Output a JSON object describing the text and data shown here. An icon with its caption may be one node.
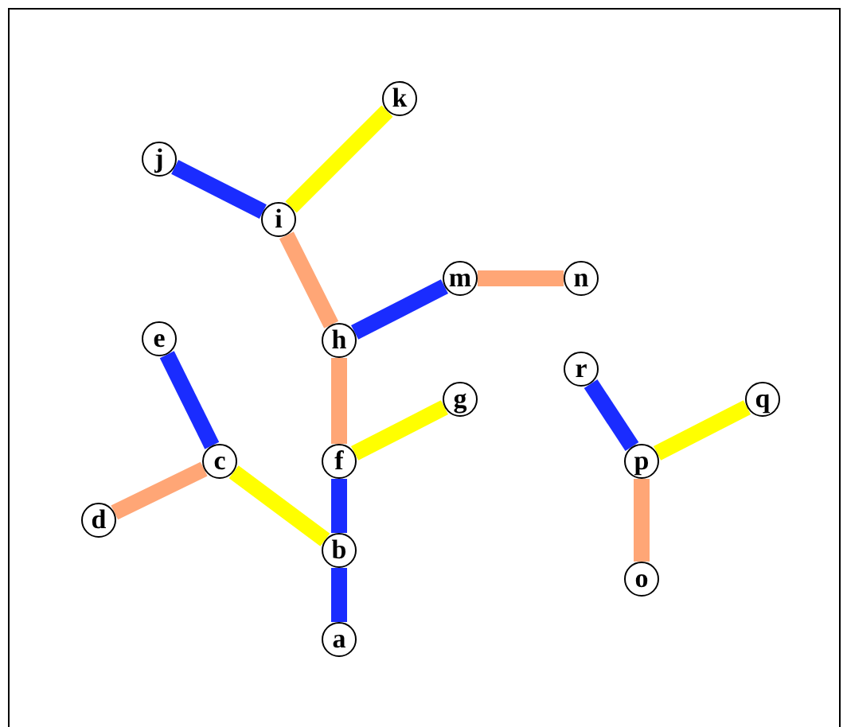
{
  "diagram": {
    "nodes": [
      {
        "text": [
          "a"
        ]
      },
      {
        "text": [
          "b"
        ]
      },
      {
        "text": [
          "c"
        ]
      },
      {
        "text": [
          "d"
        ]
      },
      {
        "text": [
          "e"
        ]
      },
      {
        "text": [
          "f"
        ]
      },
      {
        "text": [
          "g"
        ]
      },
      {
        "text": [
          "h"
        ]
      },
      {
        "text": [
          "i"
        ]
      },
      {
        "text": [
          "j"
        ]
      },
      {
        "text": [
          "k"
        ]
      },
      {
        "text": [
          "m"
        ]
      },
      {
        "text": [
          "n"
        ]
      },
      {
        "text": [
          "o"
        ]
      },
      {
        "text": [
          "p"
        ]
      },
      {
        "text": [
          "q"
        ]
      },
      {
        "text": [
          "r"
        ]
      }
    ],
    "edges": [
      {
        "from": 0,
        "to": 1,
        "arrow": "none",
        "color": "#1a2cff"
      },
      {
        "from": 1,
        "to": 5,
        "arrow": "none",
        "color": "#1a2cff"
      },
      {
        "from": 1,
        "to": 2,
        "arrow": "none",
        "color": "#ffff00"
      },
      {
        "from": 2,
        "to": 4,
        "arrow": "none",
        "color": "#1a2cff"
      },
      {
        "from": 2,
        "to": 3,
        "arrow": "none",
        "color": "#ffa676"
      },
      {
        "from": 5,
        "to": 6,
        "arrow": "none",
        "color": "#ffff00"
      },
      {
        "from": 5,
        "to": 7,
        "arrow": "none",
        "color": "#ffa676"
      },
      {
        "from": 7,
        "to": 11,
        "arrow": "none",
        "color": "#1a2cff"
      },
      {
        "from": 11,
        "to": 12,
        "arrow": "none",
        "color": "#ffa676"
      },
      {
        "from": 7,
        "to": 8,
        "arrow": "none",
        "color": "#ffa676"
      },
      {
        "from": 8,
        "to": 9,
        "arrow": "none",
        "color": "#1a2cff"
      },
      {
        "from": 8,
        "to": 10,
        "arrow": "none",
        "color": "#ffff00"
      },
      {
        "from": 14,
        "to": 13,
        "arrow": "none",
        "color": "#ffa676"
      },
      {
        "from": 14,
        "to": 16,
        "arrow": "none",
        "color": "#1a2cff"
      },
      {
        "from": 14,
        "to": 15,
        "arrow": "none",
        "color": "#ffff00"
      }
    ]
  }
}
